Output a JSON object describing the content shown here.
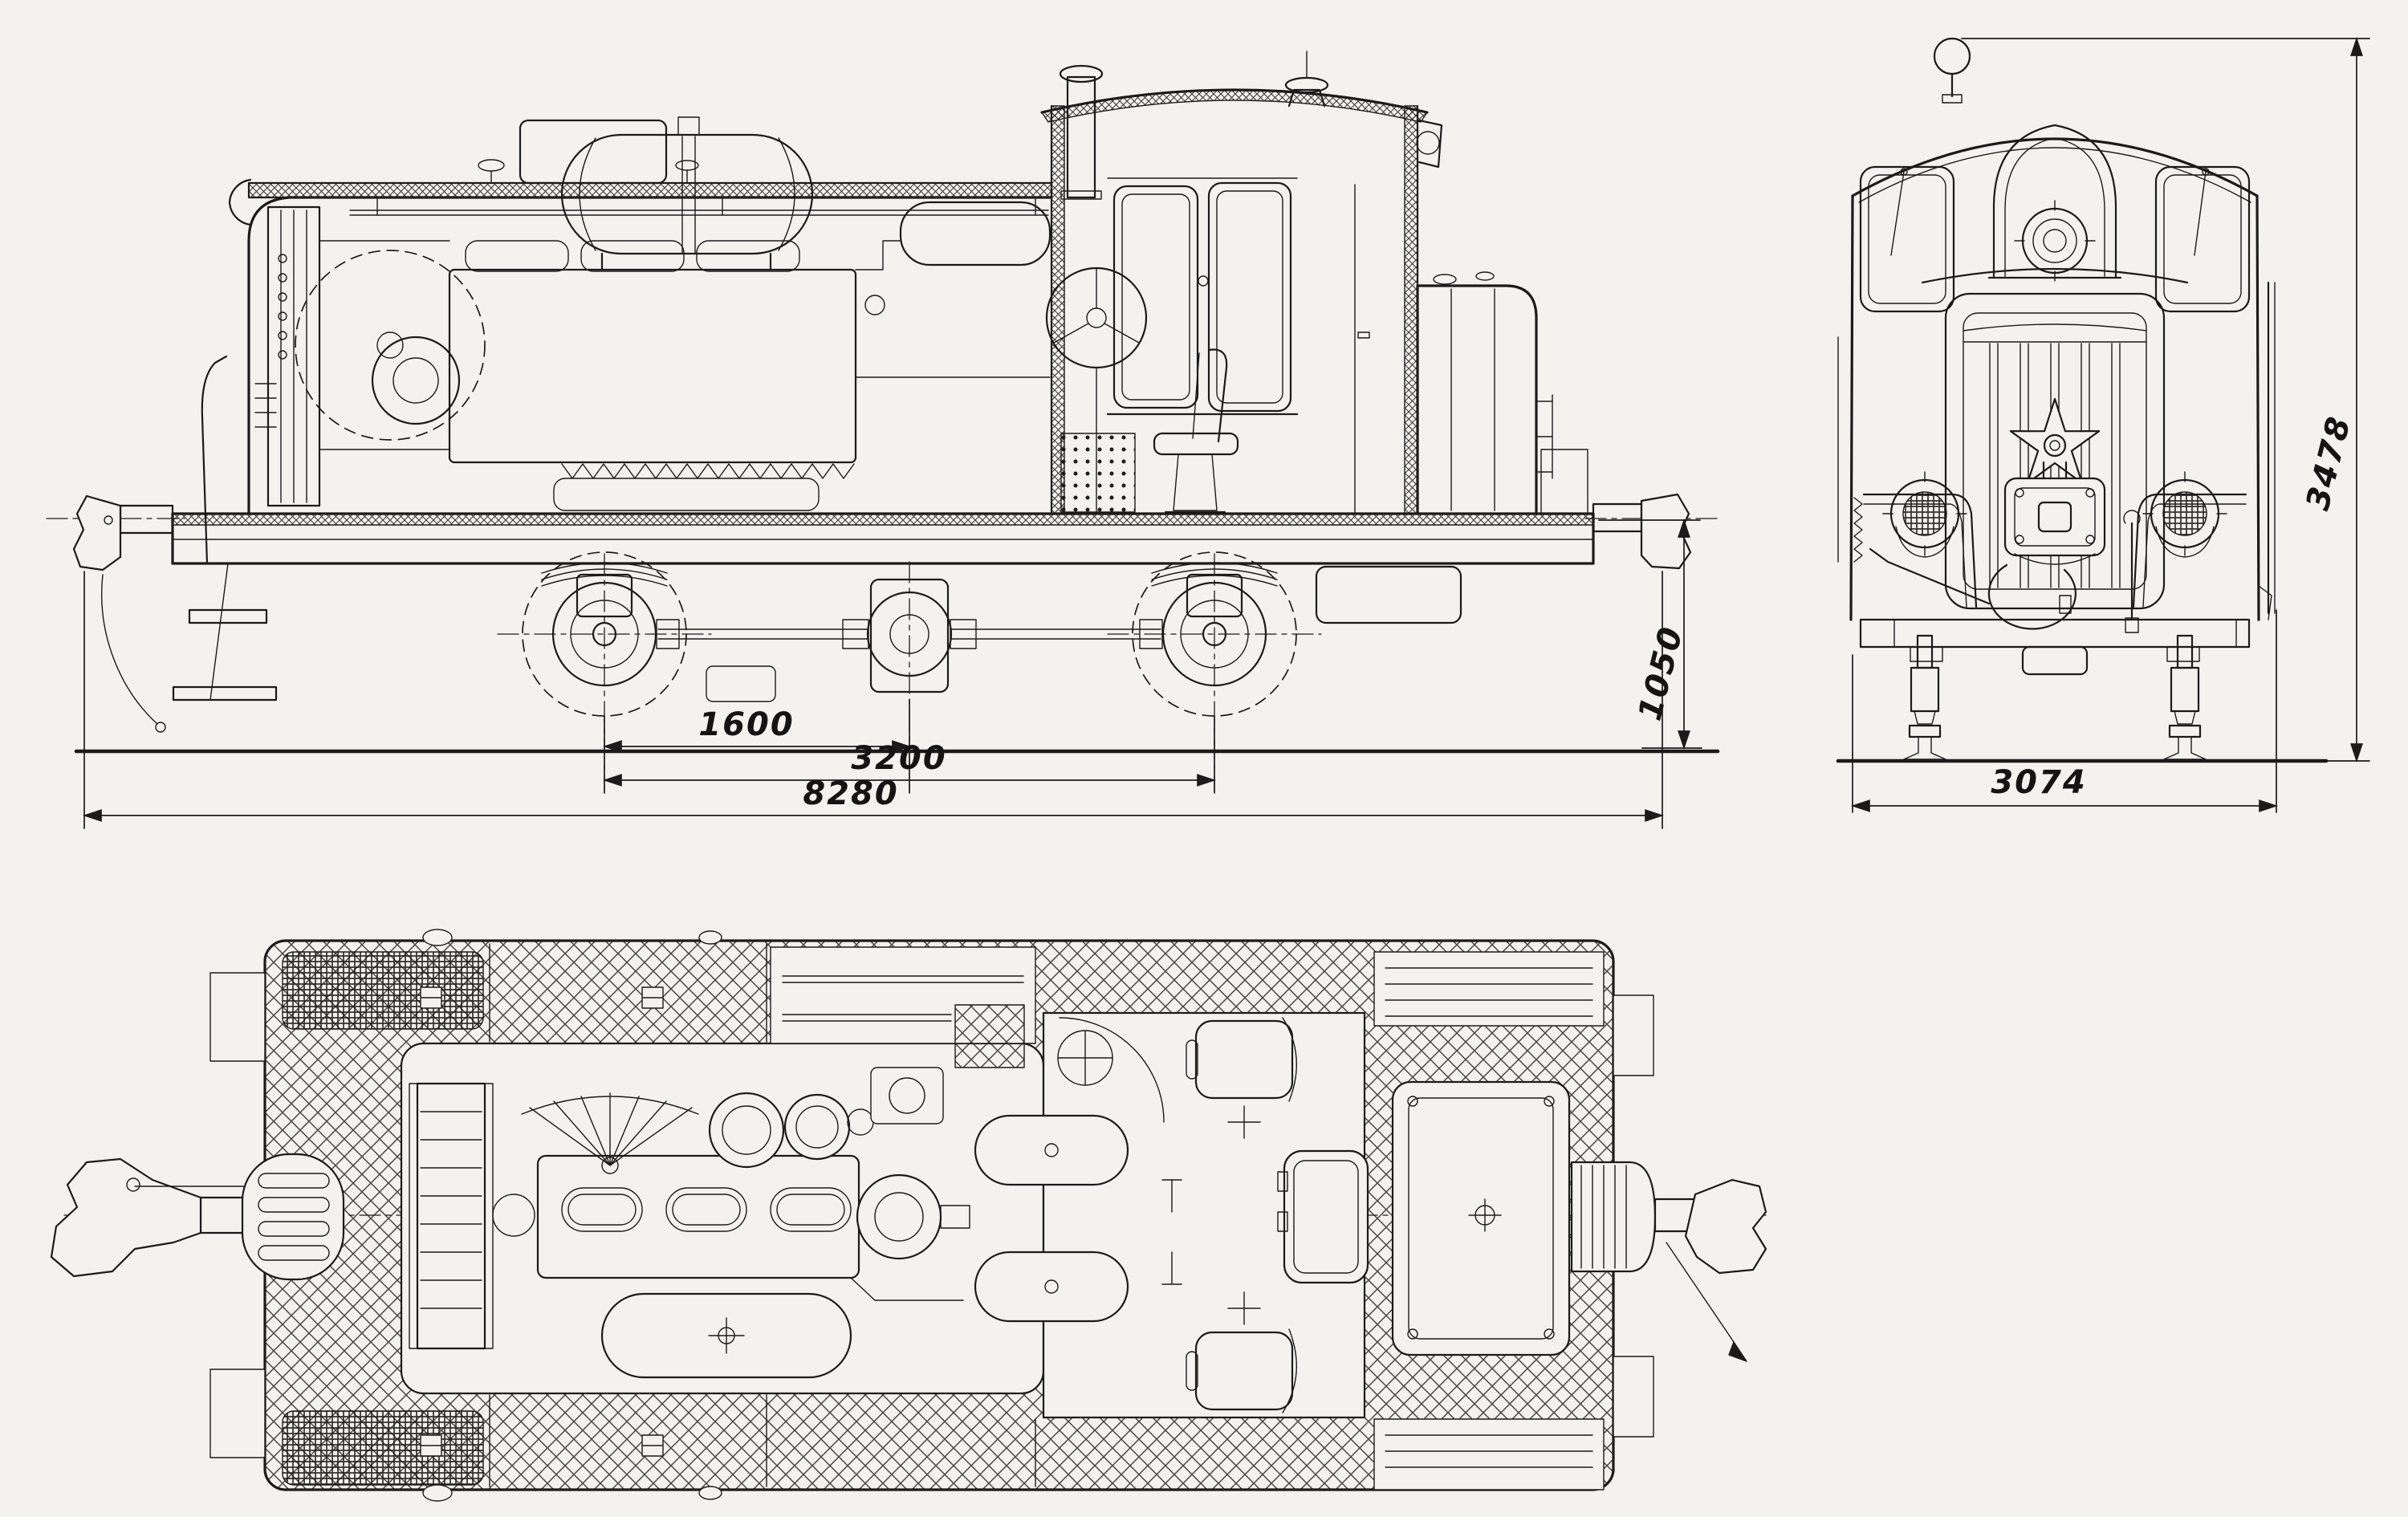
{
  "page": {
    "paper_color": "#f3f2ee",
    "ink_color": "#1b1b1b",
    "subject": "Diesel shunting locomotive — three-view general arrangement blueprint"
  },
  "views": {
    "side": {
      "name": "side-elevation",
      "dims": {
        "inner_wheelbase": "1600",
        "wheelbase": "3200",
        "overall_length": "8280",
        "coupler_height": "1050"
      }
    },
    "front": {
      "name": "front-elevation",
      "dims": {
        "overall_width": "3074",
        "overall_height": "3478"
      }
    },
    "plan": {
      "name": "plan-view"
    }
  }
}
